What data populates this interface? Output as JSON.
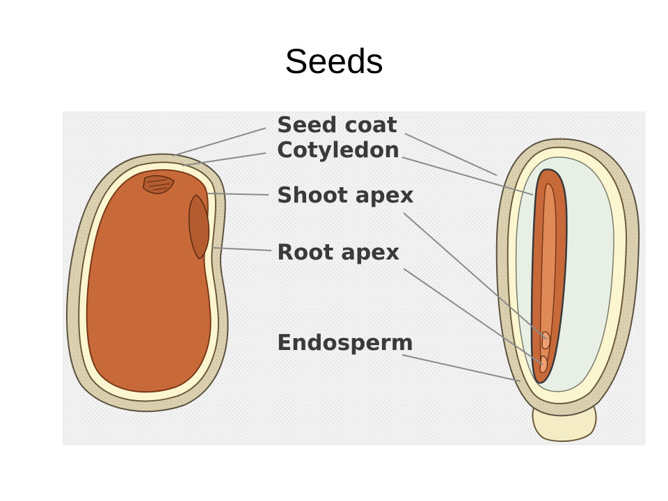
{
  "slide": {
    "title": "Seeds"
  },
  "diagram": {
    "labels": {
      "seed_coat": "Seed coat",
      "cotyledon": "Cotyledon",
      "shoot_apex": "Shoot apex",
      "root_apex": "Root apex",
      "endosperm": "Endosperm"
    }
  },
  "colors": {
    "embryo": "#c8693a",
    "embryo_dark": "#a54f26",
    "seed_coat": "#d9cfae",
    "cream": "#fbf6d0",
    "endosperm": "#e8f0e6",
    "leader_line": "#8a8a8a"
  }
}
